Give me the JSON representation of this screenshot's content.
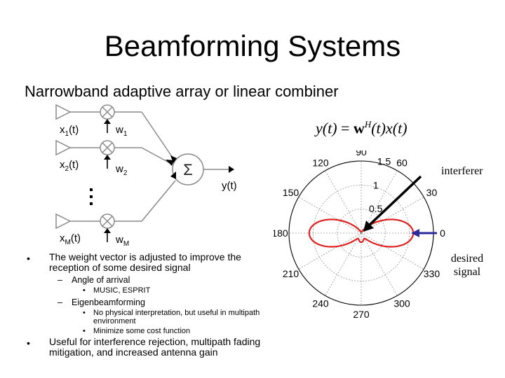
{
  "slide": {
    "title": "Beamforming Systems",
    "subtitle": "Narrowband adaptive array or linear combiner"
  },
  "formula": {
    "lhs": "y(t)",
    "eq": " = ",
    "w": "w",
    "sup": "H",
    "rhs": "(t)x(t)"
  },
  "combiner_diagram": {
    "inputs": [
      {
        "x": "x",
        "xsub": "1",
        "xt": "(t)",
        "w": "w",
        "wsub": "1"
      },
      {
        "x": "x",
        "xsub": "2",
        "xt": "(t)",
        "w": "w",
        "wsub": "2"
      },
      {
        "x": "x",
        "xsub": "M",
        "xt": "(t)",
        "w": "w",
        "wsub": "M"
      }
    ],
    "sum_symbol": "Σ",
    "output": "y(t)"
  },
  "bullets": {
    "b1": "The weight vector is adjusted to improve the reception of some desired signal",
    "b1_sub1": "Angle of arrival",
    "b1_sub1_item1": "MUSIC, ESPRIT",
    "b1_sub2": "Eigenbeamforming",
    "b1_sub2_item1": "No physical interpretation, but useful in multipath environment",
    "b1_sub2_item2": "Minimize some cost function",
    "b2": "Useful for interference rejection, multipath fading mitigation, and increased antenna gain"
  },
  "polar_plot": {
    "angle_labels": [
      "0",
      "30",
      "60",
      "90",
      "120",
      "150",
      "180",
      "210",
      "240",
      "270",
      "300",
      "330"
    ],
    "radial_labels": [
      "0.5",
      "1",
      "1.5"
    ],
    "r_max": 1.5,
    "pattern_color": "#e02020",
    "annotation_interferer": "interferer",
    "annotation_desired": "desired signal",
    "interferer_arrow_color": "#000000",
    "desired_arrow_color": "#2a2a9a"
  }
}
